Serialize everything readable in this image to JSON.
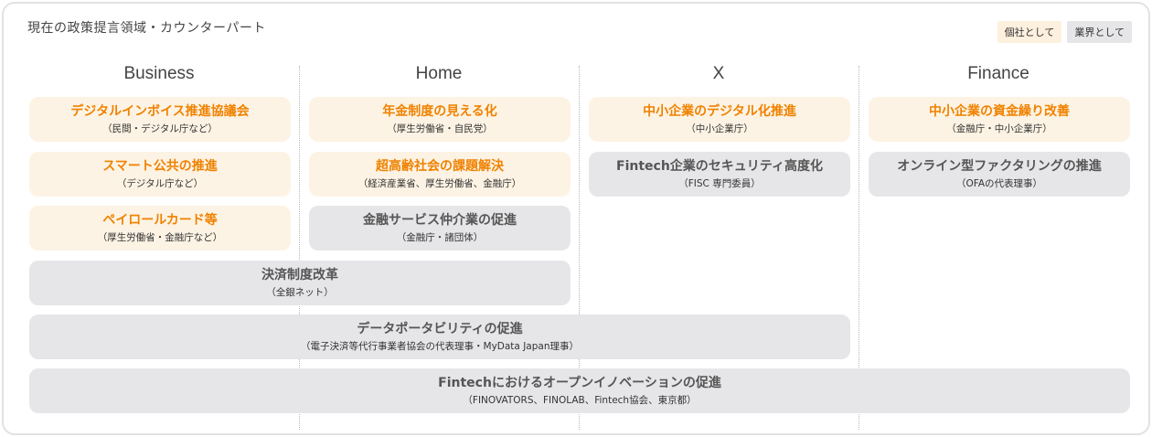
{
  "title": "現在の政策提言領域・カウンターパート",
  "legend": {
    "individual": "個社として",
    "industry": "業界として"
  },
  "columns": {
    "business": "Business",
    "home": "Home",
    "x": "X",
    "finance": "Finance"
  },
  "colors": {
    "individual_bg": "#fdf3e4",
    "individual_text": "#ef8200",
    "industry_bg": "#e6e6e9",
    "industry_text": "#555555"
  },
  "cards": {
    "dx_invoice": {
      "main": "デジタルインボイス推進協議会",
      "sub": "（民間・デジタル庁など）"
    },
    "smart_public": {
      "main": "スマート公共の推進",
      "sub": "（デジタル庁など）"
    },
    "payroll_card": {
      "main": "ペイロールカード等",
      "sub": "（厚生労働省・金融庁など）"
    },
    "pension": {
      "main": "年金制度の見える化",
      "sub": "（厚生労働省・自民党）"
    },
    "aging": {
      "main": "超高齢社会の課題解決",
      "sub": "（経済産業省、厚生労働省、金融庁）"
    },
    "fin_intermediary": {
      "main": "金融サービス仲介業の促進",
      "sub": "（金融庁・諸団体）"
    },
    "sme_digital": {
      "main": "中小企業のデジタル化推進",
      "sub": "（中小企業庁）"
    },
    "fintech_security": {
      "main": "Fintech企業のセキュリティ高度化",
      "sub": "（FISC 専門委員）"
    },
    "sme_funding": {
      "main": "中小企業の資金繰り改善",
      "sub": "（金融庁・中小企業庁）"
    },
    "online_factoring": {
      "main": "オンライン型ファクタリングの推進",
      "sub": "（OFAの代表理事）"
    },
    "payment_reform": {
      "main": "決済制度改革",
      "sub": "（全銀ネット）"
    },
    "data_portability": {
      "main": "データポータビリティの促進",
      "sub": "（電子決済等代行事業者協会の代表理事・MyData Japan理事）"
    },
    "open_innovation": {
      "main": "Fintechにおけるオープンイノベーションの促進",
      "sub": "（FINOVATORS、FINOLAB、Fintech協会、東京都）"
    }
  }
}
